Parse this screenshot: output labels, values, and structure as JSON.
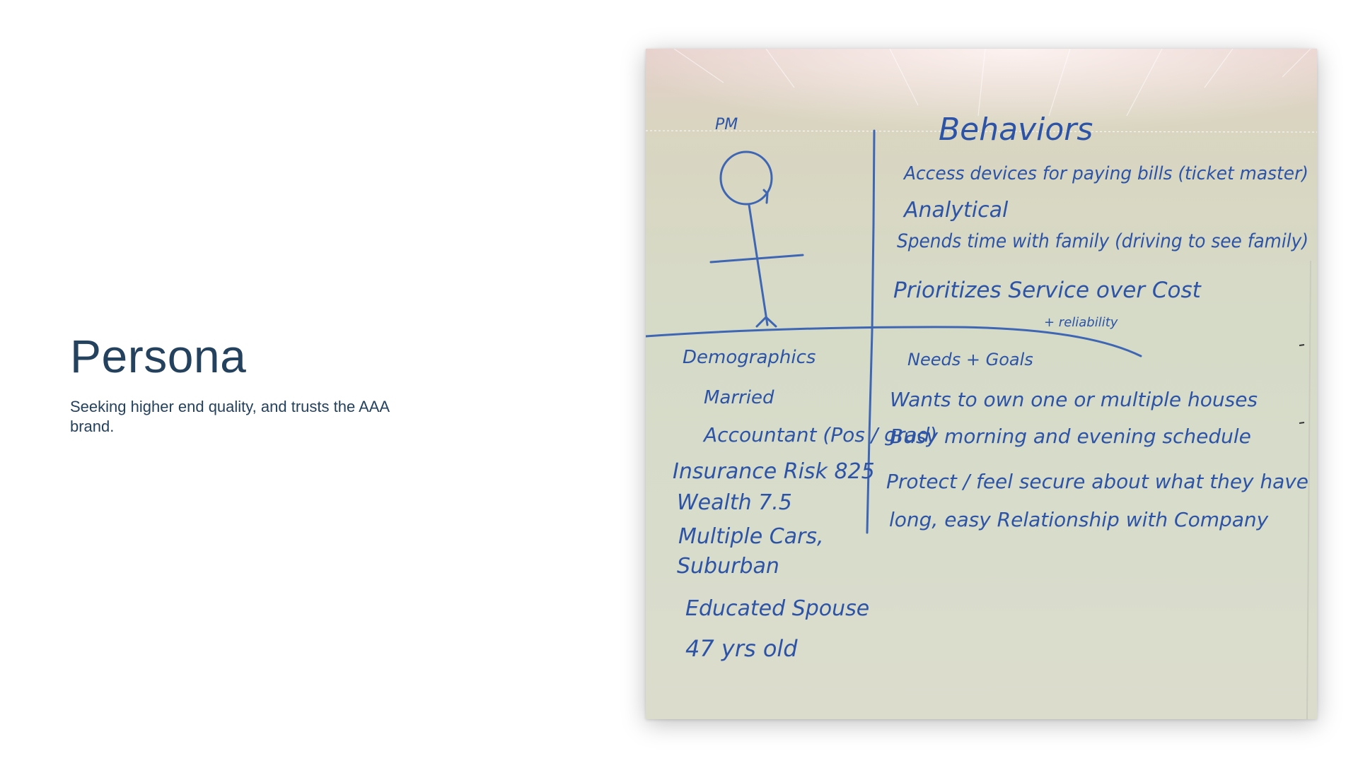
{
  "slide": {
    "title": "Persona",
    "subtitle": "Seeking higher end quality, and trusts the AAA brand."
  },
  "whiteboard": {
    "ink_color": "#2c53a6",
    "top_left_label": "PM",
    "behaviors": {
      "heading": "Behaviors",
      "items": [
        "Access devices for paying bills (ticket master)",
        "Analytical",
        "Spends time with family (driving to see family)",
        "Prioritizes Service over Cost",
        "+ reliability"
      ]
    },
    "demographics": {
      "heading": "Demographics",
      "items": [
        "Married",
        "Accountant (Pos / grad)",
        "Insurance Risk 825",
        "Wealth 7.5",
        "Multiple Cars,",
        "Suburban",
        "Educated Spouse",
        "47 yrs old"
      ]
    },
    "needs_goals": {
      "heading": "Needs + Goals",
      "items": [
        "Wants to own one or multiple houses",
        "Busy morning and evening schedule",
        "Protect / feel secure about what they have",
        "long, easy Relationship with Company"
      ]
    }
  }
}
